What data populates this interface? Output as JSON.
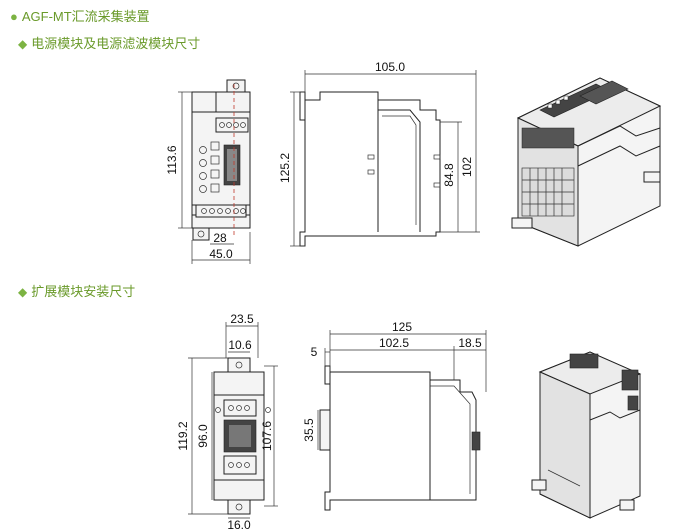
{
  "headings": {
    "title": "AGF-MT汇流采集装置",
    "power_section": "电源模块及电源滤波模块尺寸",
    "expansion_section": "扩展模块安装尺寸"
  },
  "power_module": {
    "front_view": {
      "height": "113.6",
      "width_inner": "28",
      "width_total": "45.0"
    },
    "side_view": {
      "depth": "105.0",
      "height_total": "125.2",
      "height_inner": "84.8",
      "height_side": "102"
    }
  },
  "expansion_module": {
    "front_view": {
      "width_top": "23.5",
      "width_mid": "10.6",
      "height_total": "119.2",
      "height_inner": "96.0",
      "height_right": "107.6",
      "width_bottom": "16.0"
    },
    "side_view": {
      "depth_total": "125",
      "offset": "5",
      "depth_main": "102.5",
      "depth_right": "18.5",
      "rail": "35.5"
    }
  }
}
